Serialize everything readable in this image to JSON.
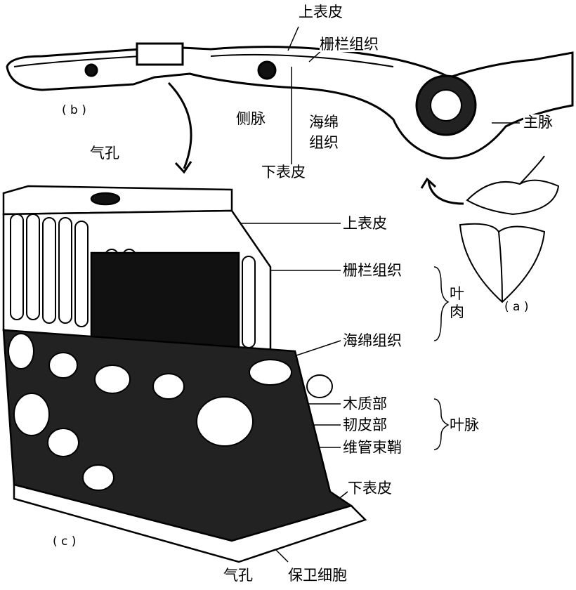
{
  "section_b": {
    "tag": "( b )",
    "upper_epidermis": "上表皮",
    "palisade": "栅栏组织",
    "lateral_vein": "侧脉",
    "spongy_line1": "海绵",
    "spongy_line2": "组织",
    "lower_epidermis": "下表皮",
    "main_vein": "主脉"
  },
  "section_a": {
    "tag": "( a )"
  },
  "section_c": {
    "tag": "( c )",
    "stoma_top": "气孔",
    "upper_epidermis": "上表皮",
    "palisade": "栅栏组织",
    "mesophyll": "叶肉",
    "spongy": "海绵组织",
    "xylem": "木质部",
    "phloem": "韧皮部",
    "vein": "叶脉",
    "bundle_sheath": "维管束鞘",
    "lower_epidermis": "下表皮",
    "stoma_bottom": "气孔",
    "guard_cells": "保卫细胞"
  }
}
